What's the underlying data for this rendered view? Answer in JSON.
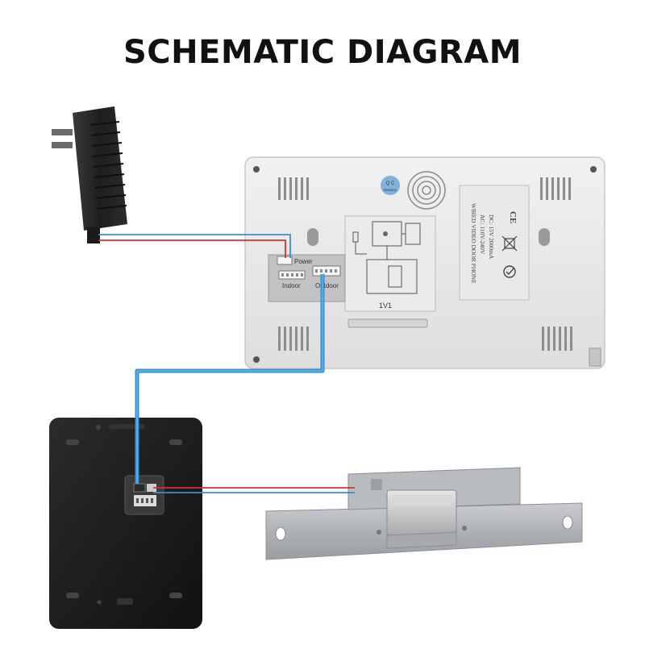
{
  "title": "SCHEMATIC DIAGRAM",
  "monitor": {
    "qc_line1": "Q C",
    "qc_line2": "PASSED",
    "label_line1": "WIRED VIDEO DOOR PHONE",
    "label_line2": "AC: 110V-240V",
    "label_line3": "DC: 15V   2000mA",
    "ce_mark": "CE",
    "port_power": "Power",
    "port_indoor": "Indoor",
    "port_outdoor": "Outdoor",
    "wiring_caption": "1V1"
  },
  "wire_colors": {
    "positive": "#d9302b",
    "negative": "#3a8fd0",
    "data_cable": "#2f8fd4"
  }
}
